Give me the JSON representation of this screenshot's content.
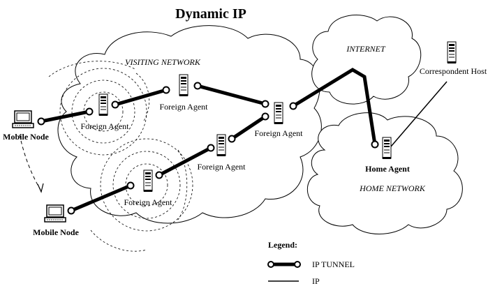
{
  "title": "Dynamic IP",
  "networks": {
    "visiting": "VISITING NETWORK",
    "internet": "INTERNET",
    "home": "HOME NETWORK"
  },
  "nodes": {
    "mobile_node_1": "Mobile Node",
    "mobile_node_2": "Mobile Node",
    "foreign_agent_1": "Foreign Agent",
    "foreign_agent_2": "Foreign Agent",
    "foreign_agent_3": "Foreign Agent",
    "foreign_agent_4": "Foreign Agent",
    "foreign_agent_5": "Foreign Agent",
    "home_agent": "Home Agent",
    "correspondent_host": "Correspondent Host"
  },
  "legend": {
    "heading": "Legend:",
    "tunnel": "IP TUNNEL",
    "ip": "IP"
  },
  "icons": {
    "server": "server-tower-icon",
    "computer": "desktop-computer-icon"
  }
}
